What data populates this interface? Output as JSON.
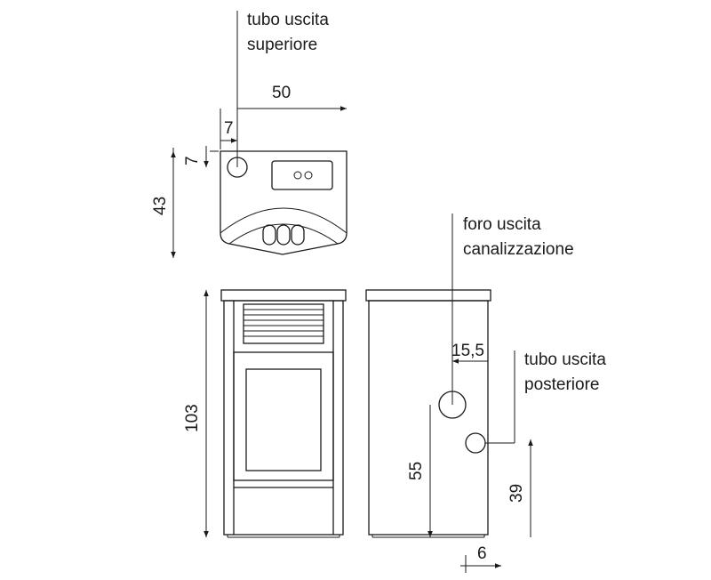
{
  "labels": {
    "top_outlet_1": "tubo uscita",
    "top_outlet_2": "superiore",
    "duct_hole_1": "foro uscita",
    "duct_hole_2": "canalizzazione",
    "rear_outlet_1": "tubo uscita",
    "rear_outlet_2": "posteriore"
  },
  "dimensions": {
    "width": "50",
    "top_offset_x": "7",
    "top_offset_y": "7",
    "depth": "43",
    "height": "103",
    "duct_offset": "15,5",
    "duct_height": "55",
    "rear_height": "39",
    "rear_offset": "6"
  }
}
